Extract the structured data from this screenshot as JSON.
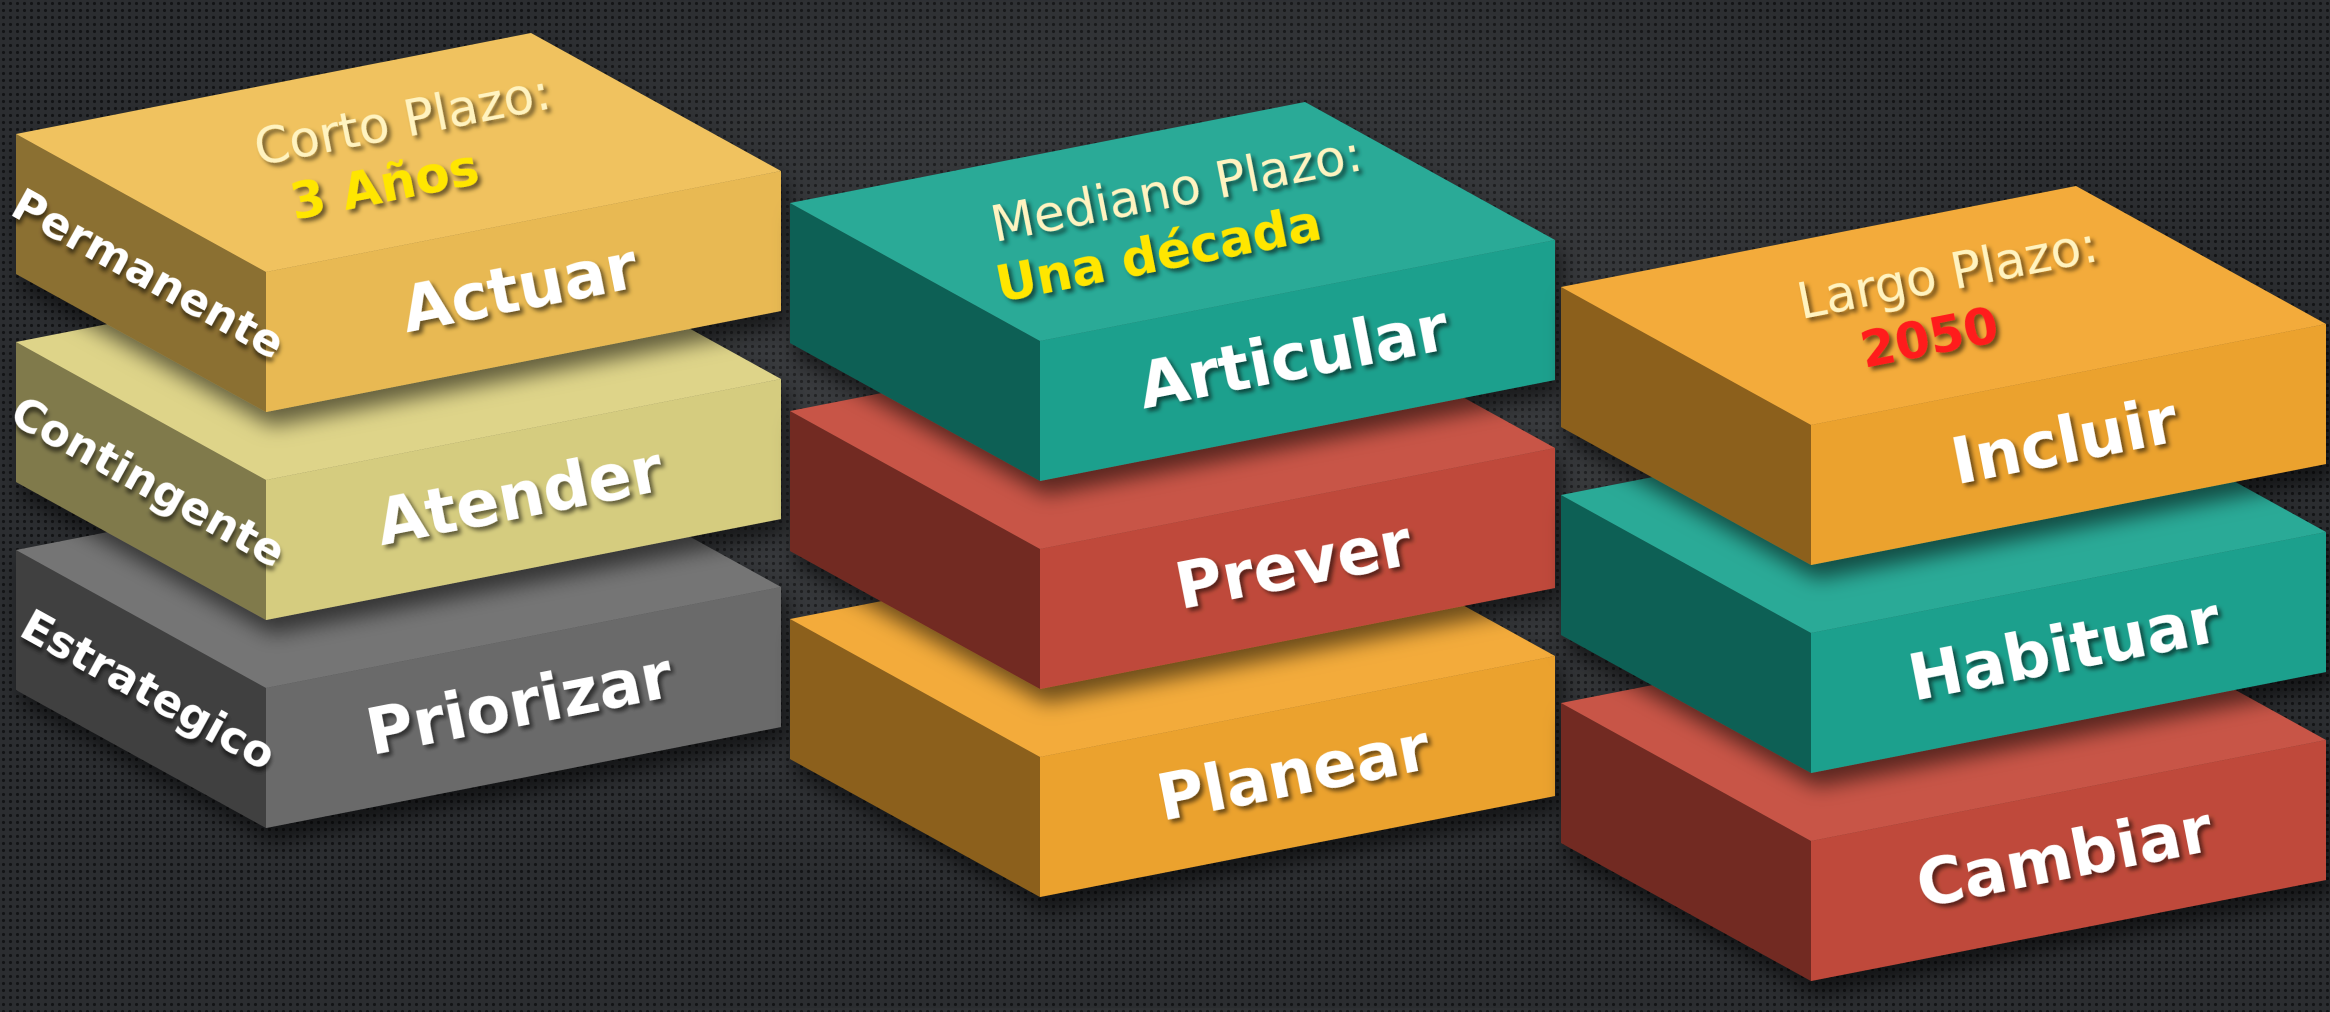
{
  "colors": {
    "gold": "#efbf55",
    "khaki": "#dcd283",
    "gray": "#6e6e6e",
    "teal": "#1ea591",
    "red": "#c54c3c",
    "orange": "#f2a730",
    "yellow_text": "#ffe600",
    "red_text": "#ff1a1a"
  },
  "stacks": [
    {
      "title": "Corto Plazo:",
      "subtitle": "3 Años",
      "subtitle_color": "#ffe600",
      "blocks": [
        {
          "label": "Actuar",
          "side_label": "Permanente",
          "color": "gold"
        },
        {
          "label": "Atender",
          "side_label": "Contingente",
          "color": "khaki"
        },
        {
          "label": "Priorizar",
          "side_label": "Estrategico",
          "color": "gray"
        }
      ]
    },
    {
      "title": "Mediano Plazo:",
      "subtitle": "Una década",
      "subtitle_color": "#ffe600",
      "blocks": [
        {
          "label": "Articular",
          "side_label": "",
          "color": "teal"
        },
        {
          "label": "Prever",
          "side_label": "",
          "color": "red"
        },
        {
          "label": "Planear",
          "side_label": "",
          "color": "orange"
        }
      ]
    },
    {
      "title": "Largo Plazo:",
      "subtitle": "2050",
      "subtitle_color": "#ff1a1a",
      "blocks": [
        {
          "label": "Incluir",
          "side_label": "",
          "color": "orange"
        },
        {
          "label": "Habituar",
          "side_label": "",
          "color": "teal"
        },
        {
          "label": "Cambiar",
          "side_label": "",
          "color": "red"
        }
      ]
    }
  ]
}
